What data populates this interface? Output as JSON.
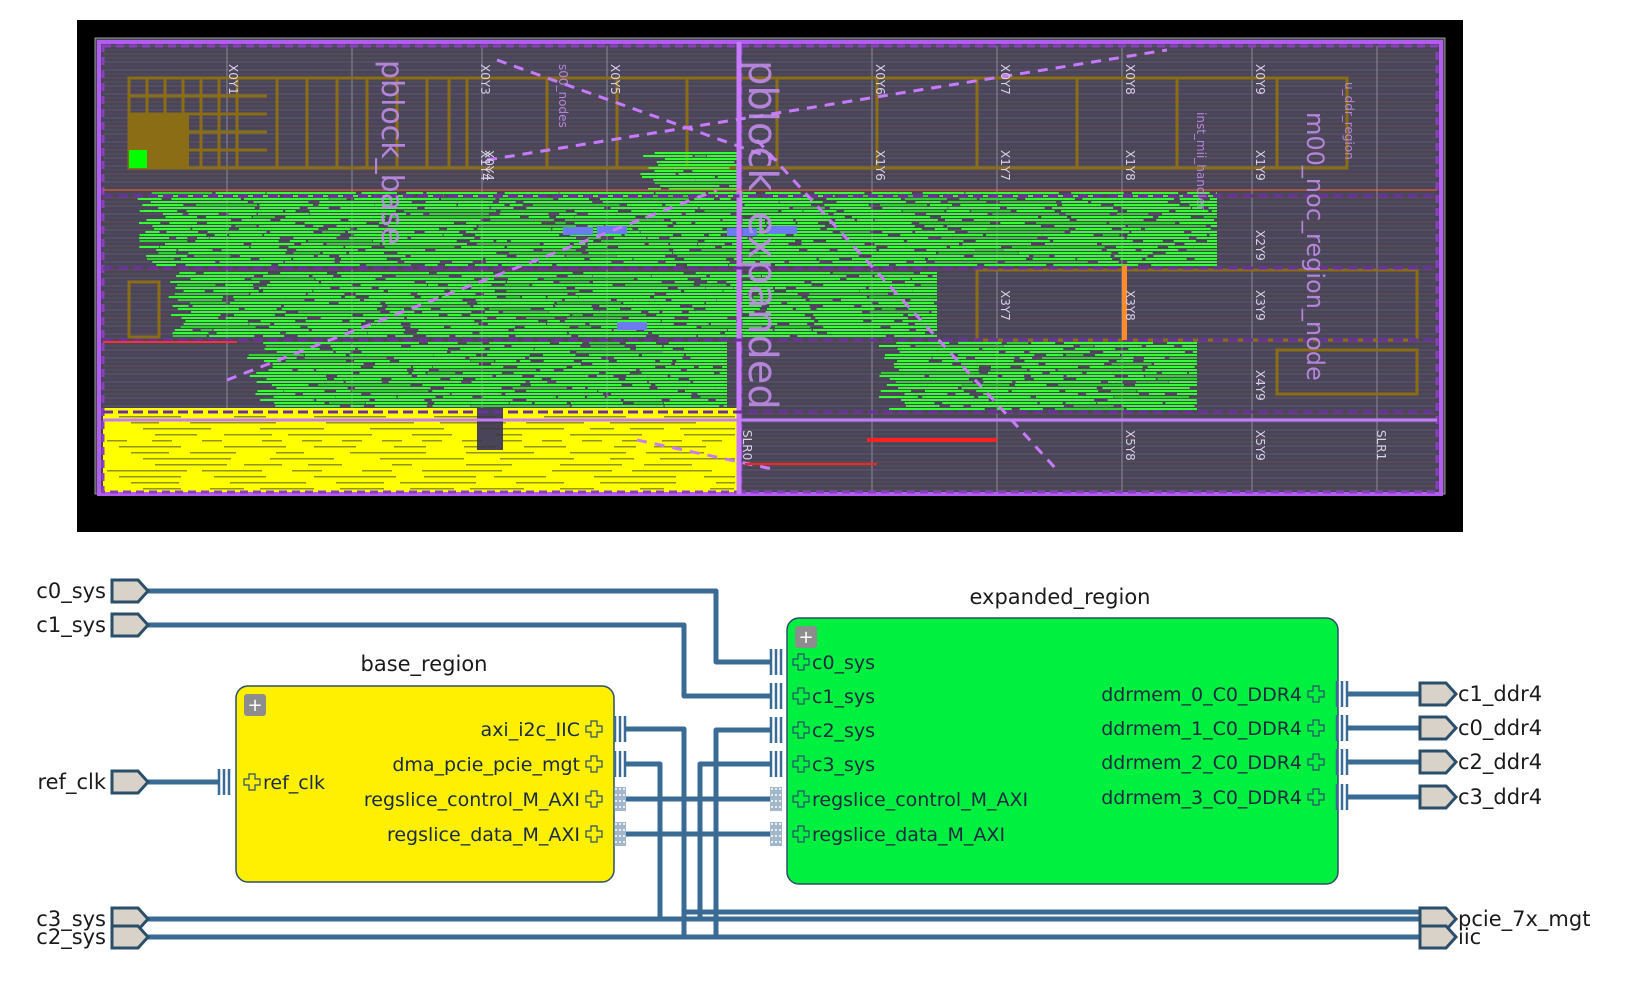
{
  "device": {
    "clock_regions": [
      {
        "label": "X0Y1"
      },
      {
        "label": "X0Y3"
      },
      {
        "label": "X0Y4"
      },
      {
        "label": "X1Y4"
      },
      {
        "label": "X0Y5"
      },
      {
        "label": "X0Y6"
      },
      {
        "label": "X1Y6"
      },
      {
        "label": "X0Y7"
      },
      {
        "label": "X1Y7"
      },
      {
        "label": "X3Y7"
      },
      {
        "label": "X0Y8"
      },
      {
        "label": "X1Y8"
      },
      {
        "label": "X3Y8"
      },
      {
        "label": "X0Y9"
      },
      {
        "label": "X1Y9"
      },
      {
        "label": "X2Y9"
      },
      {
        "label": "X3Y9"
      },
      {
        "label": "X4Y9"
      },
      {
        "label": "X5Y8"
      },
      {
        "label": "X5Y9"
      },
      {
        "label": "SLR1"
      },
      {
        "label": "SLR0"
      }
    ],
    "pblock_labels": [
      {
        "label": "pblock_base"
      },
      {
        "label": "pblock_expanded"
      },
      {
        "label": "m00_noc_region_node"
      },
      {
        "label": "s00_nodes"
      },
      {
        "label": "inst_mii_handler"
      },
      {
        "label": "u_ddr_region"
      }
    ],
    "colors": {
      "background": "#000000",
      "fabric": "#4a4458",
      "pblock": "#b35cf0",
      "base": "#ffff00",
      "expanded": "#33ff33",
      "cell": "#8a6d14",
      "slr_line": "#c87aff"
    }
  },
  "schematic": {
    "colors": {
      "net": "#3a6b94",
      "base_fill": "#ffef00",
      "expanded_fill": "#00f040",
      "port_fill": "#d9d2c9",
      "port_stroke": "#2b4f6a"
    },
    "inputs": [
      {
        "name": "c0_sys"
      },
      {
        "name": "c1_sys"
      },
      {
        "name": "ref_clk"
      },
      {
        "name": "c3_sys"
      },
      {
        "name": "c2_sys"
      }
    ],
    "outputs": [
      {
        "name": "c1_ddr4"
      },
      {
        "name": "c0_ddr4"
      },
      {
        "name": "c2_ddr4"
      },
      {
        "name": "c3_ddr4"
      },
      {
        "name": "pcie_7x_mgt"
      },
      {
        "name": "iic"
      }
    ],
    "base_region": {
      "title": "base_region",
      "in_pins": [
        {
          "name": "ref_clk"
        }
      ],
      "out_pins": [
        {
          "name": "axi_i2c_IIC"
        },
        {
          "name": "dma_pcie_pcie_mgt"
        },
        {
          "name": "regslice_control_M_AXI"
        },
        {
          "name": "regslice_data_M_AXI"
        }
      ]
    },
    "expanded_region": {
      "title": "expanded_region",
      "in_pins": [
        {
          "name": "c0_sys"
        },
        {
          "name": "c1_sys"
        },
        {
          "name": "c2_sys"
        },
        {
          "name": "c3_sys"
        },
        {
          "name": "regslice_control_M_AXI"
        },
        {
          "name": "regslice_data_M_AXI"
        }
      ],
      "out_pins": [
        {
          "name": "ddrmem_0_C0_DDR4"
        },
        {
          "name": "ddrmem_1_C0_DDR4"
        },
        {
          "name": "ddrmem_2_C0_DDR4"
        },
        {
          "name": "ddrmem_3_C0_DDR4"
        }
      ]
    }
  }
}
